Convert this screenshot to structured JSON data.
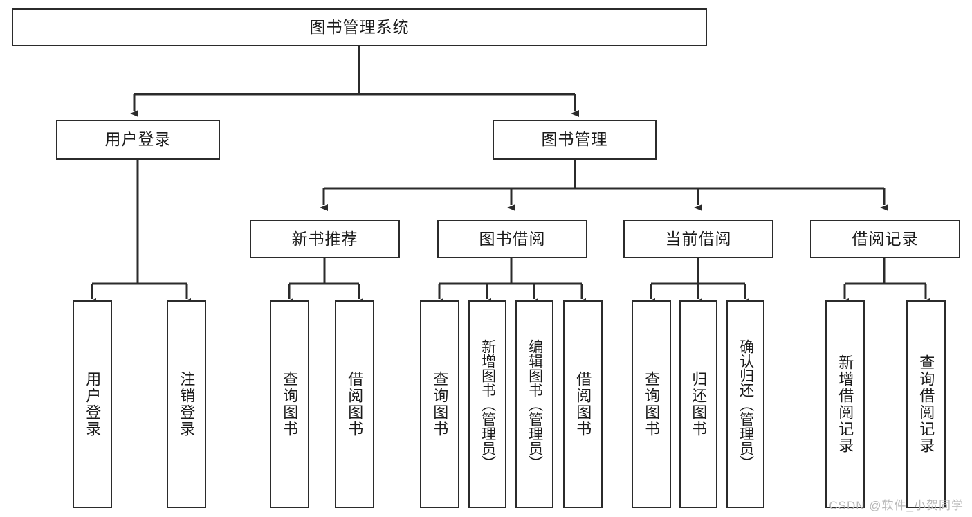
{
  "diagram": {
    "type": "tree",
    "title": "图书管理系统",
    "orientation": "top-down",
    "colors": {
      "box_border": "#2b2b2b",
      "box_fill": "#ffffff",
      "connector": "#2b2b2b",
      "text": "#1a1a1a",
      "watermark": "#b8b8b8",
      "background": "#ffffff"
    },
    "root": {
      "label": "图书管理系统"
    },
    "level2": [
      {
        "label": "用户登录"
      },
      {
        "label": "图书管理"
      }
    ],
    "level3": [
      {
        "label": "新书推荐"
      },
      {
        "label": "图书借阅"
      },
      {
        "label": "当前借阅"
      },
      {
        "label": "借阅记录"
      }
    ],
    "leaves": {
      "user_login": [
        {
          "label": "用户登录"
        },
        {
          "label": "注销登录"
        }
      ],
      "new_book_recommend": [
        {
          "label": "查询图书"
        },
        {
          "label": "借阅图书"
        }
      ],
      "book_borrow": [
        {
          "label": "查询图书"
        },
        {
          "label": "新增图书（管理员）"
        },
        {
          "label": "编辑图书（管理员）"
        },
        {
          "label": "借阅图书"
        }
      ],
      "current_borrow": [
        {
          "label": "查询图书"
        },
        {
          "label": "归还图书"
        },
        {
          "label": "确认归还（管理员）"
        }
      ],
      "borrow_record": [
        {
          "label": "新增借阅记录"
        },
        {
          "label": "查询借阅记录"
        }
      ]
    }
  },
  "watermark": {
    "text": "CSDN @软件_小贺同学"
  }
}
